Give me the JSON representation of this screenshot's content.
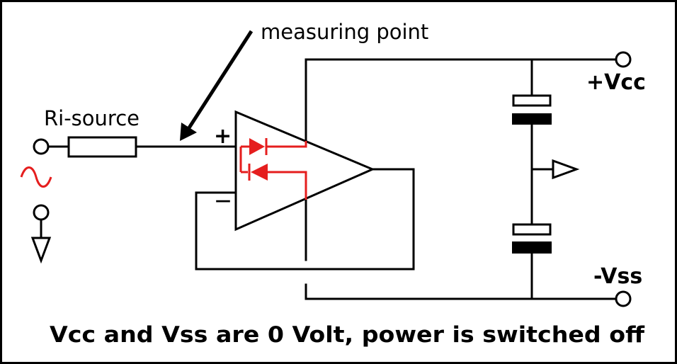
{
  "labels": {
    "measuring_point": "measuring point",
    "ri_source": "Ri-source",
    "plus_vcc": "+Vcc",
    "minus_vss": "-Vss",
    "plus_sign": "+",
    "minus_sign": "—",
    "caption": "Vcc and Vss are 0 Volt, power is switched off"
  },
  "colors": {
    "wire": "#000000",
    "protection_diodes": "#e51e1e",
    "signal_source": "#e51e1e",
    "background": "#ffffff"
  },
  "icons": {
    "source": "sine-wave-icon",
    "ground": "ground-triangle-icon",
    "terminal": "terminal-circle-icon"
  }
}
